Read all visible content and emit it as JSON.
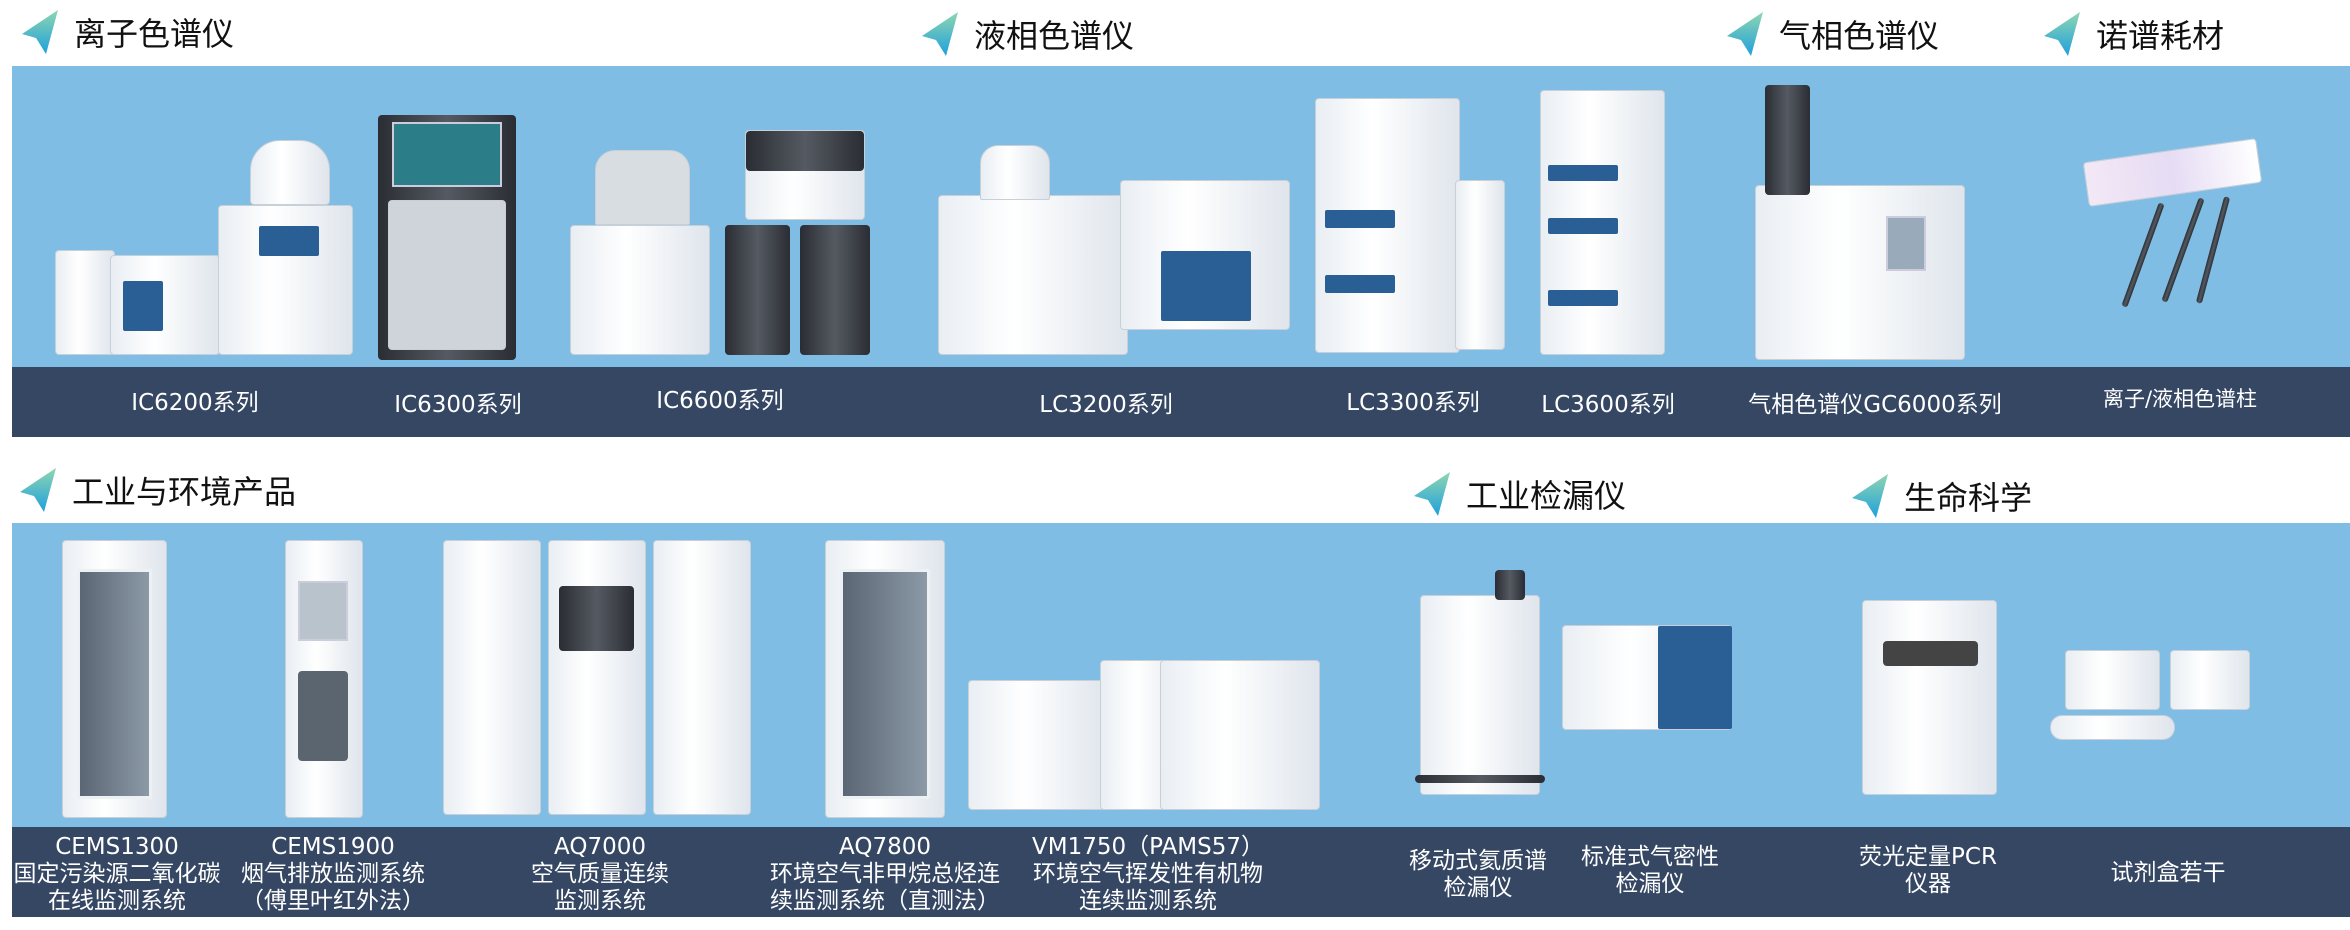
{
  "sections_top": [
    {
      "title": "离子色谱仪"
    },
    {
      "title": "液相色谱仪"
    },
    {
      "title": "气相色谱仪"
    },
    {
      "title": "诺谱耗材"
    }
  ],
  "sections_bottom": [
    {
      "title": "工业与环境产品"
    },
    {
      "title": "工业检漏仪"
    },
    {
      "title": "生命科学"
    }
  ],
  "top_products": [
    {
      "label": "IC6200系列"
    },
    {
      "label": "IC6300系列"
    },
    {
      "label": "IC6600系列"
    },
    {
      "label": "LC3200系列"
    },
    {
      "label": "LC3300系列"
    },
    {
      "label": "LC3600系列"
    },
    {
      "label": "气相色谱仪GC6000系列"
    },
    {
      "label": "离子/液相色谱柱"
    }
  ],
  "bottom_products": [
    {
      "lines": [
        "CEMS1300",
        "国定污染源二氧化碳",
        "在线监测系统"
      ]
    },
    {
      "lines": [
        "CEMS1900",
        "烟气排放监测系统",
        "（傅里叶红外法）"
      ]
    },
    {
      "lines": [
        "AQ7000",
        "空气质量连续",
        "监测系统"
      ]
    },
    {
      "lines": [
        "AQ7800",
        "环境空气非甲烷总烃连",
        "续监测系统（直测法）"
      ]
    },
    {
      "lines": [
        "VM1750（PAMS57）",
        "环境空气挥发性有机物",
        "连续监测系统"
      ]
    },
    {
      "lines": [
        "移动式氦质谱",
        "检漏仪"
      ]
    },
    {
      "lines": [
        "标准式气密性",
        "检漏仪"
      ]
    },
    {
      "lines": [
        "荧光定量PCR",
        "仪器"
      ]
    },
    {
      "lines": [
        "试剂盒若干"
      ]
    }
  ],
  "colors": {
    "band": "#7fbde4",
    "label_bar": "#364764",
    "accent": "#2a5f96"
  }
}
